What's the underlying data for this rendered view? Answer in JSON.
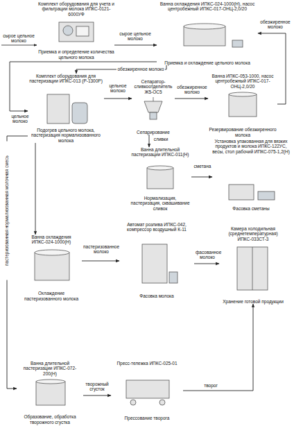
{
  "diagram": {
    "nodes": [
      {
        "text": [
          "Комплект оборудования для учета и фильтрации молока ИПКС-0121-6000УФ",
          "Приемка и определение количества цельного молока"
        ]
      },
      {
        "text": [
          "Ванна охлаждения ИПКС-024-1000(Н), насос центробежный ИПКС-017-ОНЦ-2,0/20",
          "Приемка и охлаждение цельного молока"
        ]
      },
      {
        "text": [
          "Комплект оборудования для пастеризации ИПКС-013 (Р-1300Р)",
          "Подогрев цельного молока, пастеризация нормализованного молока"
        ]
      },
      {
        "text": [
          "Сепаратор- сливкоотделитель Ж5-ОС5",
          "Сепарирование"
        ]
      },
      {
        "text": [
          "Ванна ИПКС-053-1000, насос центробежный ИПКС-017-ОНЦ-2,0/20",
          "Резервирование обезжиренного молока"
        ]
      },
      {
        "text": [
          "Ванна длительной пастеризации ИПКС-011(Н)",
          "Нормализация, пастеризация, сквашивание сливок"
        ]
      },
      {
        "text": [
          "Установка упакованная для вязких продуктов и молока ИПКС-122УС, весы, стол рабочий ИПКС-075-1,2(Н)",
          "Фасовка сметаны"
        ]
      },
      {
        "text": [
          "Ванна охлаждения ИПКС-024-1000(Н)",
          "Охлаждение пастеризованного молока"
        ]
      },
      {
        "text": [
          "Автомат розлива ИПКС-042, компрессор воздушный К-11",
          "Фасовка молока"
        ]
      },
      {
        "text": [
          "Камера холодильная (среднетемпературная) ИПКС-033СТ-3",
          "Хранение готовой продукции"
        ]
      },
      {
        "text": [
          "Ванна длительной пастеризации ИПКС-072-200(Н)",
          "Образование, обработка творожного сгустка"
        ]
      },
      {
        "text": [
          "Пресс-тележка ИПКС-025-01",
          "Прессование творога"
        ]
      }
    ],
    "edges": [
      {
        "from": 0,
        "to": 1,
        "arrow": "to",
        "label": "сырое цельное молоко"
      },
      {
        "from": 4,
        "to": 1,
        "arrow": "to",
        "label": "обезжиренное молоко"
      },
      {
        "from": 1,
        "to": 2,
        "arrow": "to",
        "label": "обезжиренное молоко"
      },
      {
        "from": 1,
        "to": 2,
        "arrow": "to",
        "label": "цельное молоко"
      },
      {
        "from": 2,
        "to": 3,
        "arrow": "to",
        "label": "цельное молоко"
      },
      {
        "from": 3,
        "to": 4,
        "arrow": "to",
        "label": "обезжиренное молоко"
      },
      {
        "from": 3,
        "to": 5,
        "arrow": "to",
        "label": "сливки"
      },
      {
        "from": 5,
        "to": 6,
        "arrow": "to",
        "label": "сметана"
      },
      {
        "from": 2,
        "to": 7,
        "arrow": "to"
      },
      {
        "from": 2,
        "to": 10,
        "arrow": "to",
        "label": "пастеризованная нормализованная молочная смесь"
      },
      {
        "from": 7,
        "to": 8,
        "arrow": "to",
        "label": "пастеризованное молоко"
      },
      {
        "from": 8,
        "to": 9,
        "arrow": "to",
        "label": "фасованное молоко"
      },
      {
        "from": 10,
        "to": 11,
        "arrow": "to",
        "label": "творожный сгусток"
      },
      {
        "from": 11,
        "to": 9,
        "arrow": "to",
        "label": "творог"
      }
    ],
    "labels": [
      "сырое цельное молоко"
    ]
  }
}
